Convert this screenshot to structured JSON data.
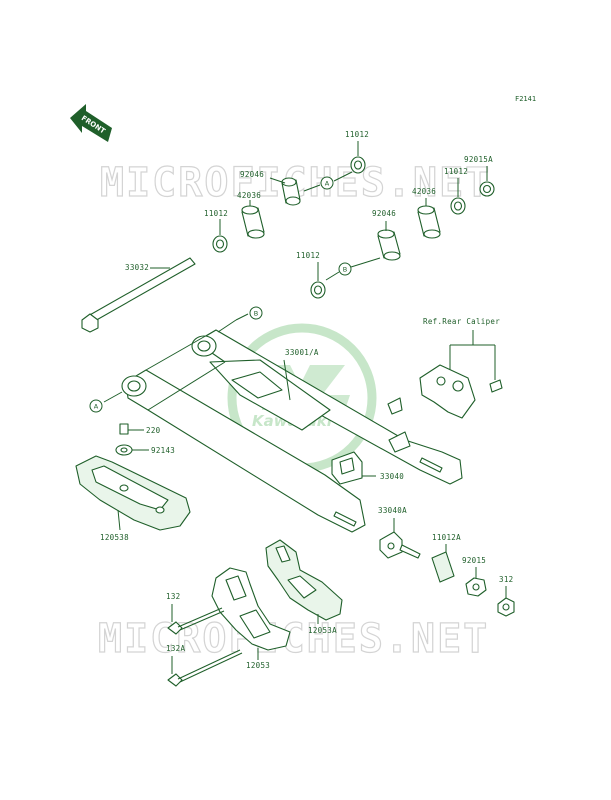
{
  "drawing_id": "F2141",
  "front_label": "FRONT",
  "watermark": "MICROFICHES.NET",
  "logo_text": "Kawasaki",
  "ref_letters": {
    "a": "A",
    "b": "B"
  },
  "parts": {
    "p11012_top": "11012",
    "p92046_upper": "92046",
    "p92015a": "92015A",
    "p42036_left": "42036",
    "p11012_right": "11012",
    "p11012_left": "11012",
    "p42036_right": "42036",
    "p92046_lower": "92046",
    "p33032": "33032",
    "p11012_lower": "11012",
    "ref_rear_caliper": "Ref.Rear Caliper",
    "p33001a": "33001/A",
    "p220": "220",
    "p92143": "92143",
    "p33040": "33040",
    "p120538": "120538",
    "p33040a": "33040A",
    "p11012a": "11012A",
    "p92015": "92015",
    "p312": "312",
    "p132": "132",
    "p12053a": "12053A",
    "p132a": "132A",
    "p12053": "12053"
  }
}
